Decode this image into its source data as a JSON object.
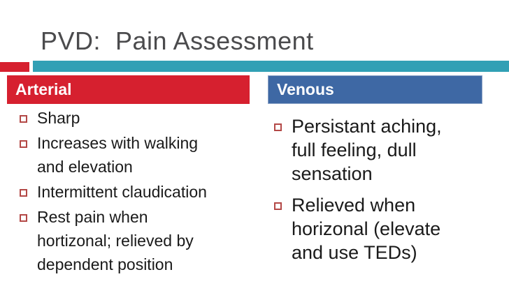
{
  "title": "PVD:  Pain Assessment",
  "colors": {
    "accent-red": "#d6202f",
    "accent-teal": "#31a0b5",
    "accent-blue": "#3e68a4",
    "blue-border": "#8ca3c6",
    "bullet-border": "#b34846",
    "title-gray": "#4b4b4d",
    "body-text": "#1a1a1a"
  },
  "columns": {
    "arterial": {
      "header": "Arterial",
      "items": [
        "Sharp",
        "Increases with walking\nand elevation",
        "Intermittent claudication",
        "Rest pain when\nhortizonal; relieved by\ndependent position"
      ]
    },
    "venous": {
      "header": "Venous",
      "items": [
        "Persistant aching,\nfull feeling, dull\nsensation",
        "Relieved when\nhorizonal (elevate\nand use TEDs)"
      ]
    }
  }
}
